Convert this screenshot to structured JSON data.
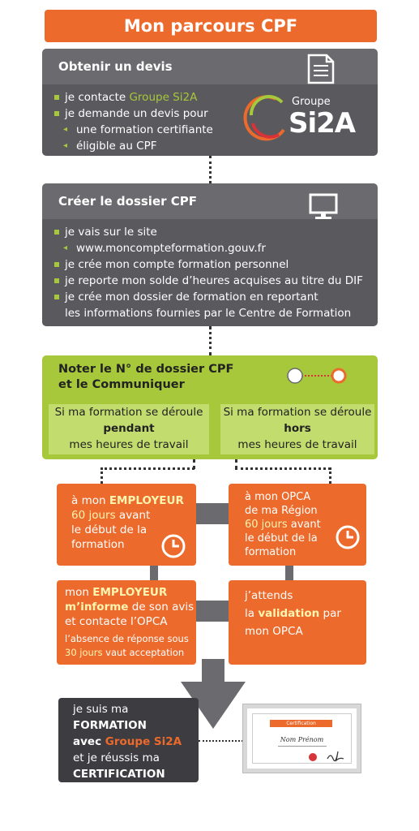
{
  "title": "Mon parcours CPF",
  "step1": {
    "heading": "Obtenir un devis",
    "line1_pre": "je contacte ",
    "line1_hl": "Groupe Si2A",
    "line2": "je demande un devis pour",
    "sub1": "une formation certifiante",
    "sub2": "éligible au CPF",
    "logo_small": "Groupe",
    "logo_big": "Si2A",
    "icon": "document-icon"
  },
  "step2": {
    "heading": "Créer le dossier CPF",
    "line1": "je vais sur le site",
    "sub1": "www.moncompteformation.gouv.fr",
    "line2": "je crée mon compte formation personnel",
    "line3": "je reporte mon solde d’heures acquises au titre du DIF",
    "line4": "je crée mon dossier de formation en reportant",
    "line5": "les informations fournies par le Centre de Formation",
    "icon": "monitor-icon"
  },
  "step3": {
    "heading1": "Noter le N° de dossier CPF",
    "heading2": "et le Communiquer",
    "left": {
      "l1": "Si ma formation se déroule",
      "l2": "pendant",
      "l3": "mes heures de travail"
    },
    "right": {
      "l1": "Si ma formation se déroule",
      "l2": "hors",
      "l3": "mes heures de travail"
    }
  },
  "left_col": {
    "box1": {
      "pre": "à mon ",
      "hl": "EMPLOYEUR",
      "hl2": "60 jours",
      "post": " avant",
      "l3": "le début de la",
      "l4": "formation"
    },
    "box2": {
      "l1_pre": "mon ",
      "l1_hl": "EMPLOYEUR",
      "l2_hl": "m’informe",
      "l2_post": " de son avis",
      "l3": "et contacte l’OPCA",
      "n1": "l’absence de réponse sous",
      "n2_hl": "30 jours",
      "n2_post": " vaut acceptation"
    }
  },
  "right_col": {
    "box1": {
      "l1": "à mon OPCA",
      "l2": "de ma Région",
      "hl": "60 jours",
      "post": " avant",
      "l4": "le début de la",
      "l5": "formation"
    },
    "box2": {
      "l1": "j’attends",
      "l2_pre": "la ",
      "l2_hl": "validation",
      "l2_post": " par",
      "l3": "mon OPCA"
    }
  },
  "final": {
    "l1": "je suis ma",
    "l2": "FORMATION",
    "l3_pre": "avec ",
    "l3_hl": "Groupe Si2A",
    "l4": "et je réussis ma",
    "l5": "CERTIFICATION"
  },
  "certificate": {
    "header": "Certification",
    "name": "Nom Prénom"
  },
  "colors": {
    "orange": "#ec6a2b",
    "dark": "#5a595e",
    "green": "#a6c83a",
    "grey_arrow": "#6b6a6f"
  }
}
